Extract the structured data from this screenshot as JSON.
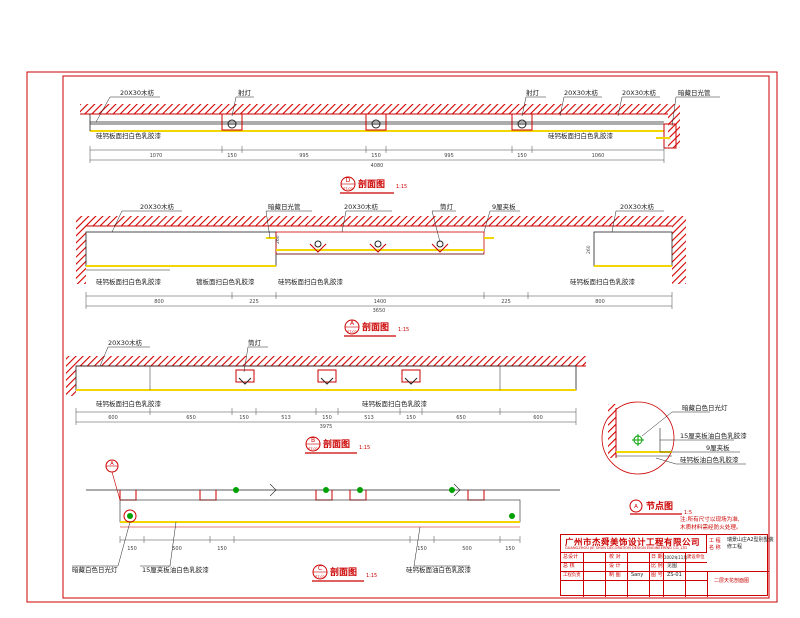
{
  "sections": {
    "d": {
      "label": "D",
      "sheet": "ST-02",
      "title": "剖面图",
      "scale": "1:15",
      "annotations": [
        "20X30木枋",
        "射灯",
        "射灯",
        "20X30木枋",
        "20X30木枋",
        "暗藏日光管",
        "硅钙板面扫白色乳胶漆",
        "硅钙板面扫白色乳胶漆"
      ],
      "dims": [
        "1070",
        "150",
        "995",
        "150",
        "995",
        "150",
        "1060",
        "4080"
      ]
    },
    "a": {
      "label": "A",
      "sheet": "ST-02",
      "title": "剖面图",
      "scale": "1:15",
      "annotations": [
        "20X30木枋",
        "暗藏日光管",
        "20X30木枋",
        "筒灯",
        "9厘夹板",
        "20X30木枋",
        "硅钙板面扫白色乳胶漆",
        "镀板面扫白色乳胶漆",
        "硅钙板面扫白色乳胶漆",
        "硅钙板面扫白色乳胶漆"
      ],
      "dims": [
        "800",
        "225",
        "1400",
        "225",
        "800",
        "3650",
        "260",
        "260"
      ]
    },
    "b": {
      "label": "B",
      "sheet": "ST-02",
      "title": "剖面图",
      "scale": "1:15",
      "annotations": [
        "20X30木枋",
        "筒灯",
        "硅钙板面扫白色乳胶漆",
        "硅钙板面扫白色乳胶漆"
      ],
      "dims": [
        "600",
        "650",
        "150",
        "513",
        "150",
        "513",
        "150",
        "650",
        "600",
        "3975"
      ]
    },
    "c": {
      "label": "C",
      "sheet": "ST-02",
      "title": "剖面图",
      "scale": "1:15",
      "marker": "A",
      "annotations": [
        "暗藏白色日光灯",
        "15厘夹板油白色乳胶漆",
        "硅钙板面油白色乳胶漆"
      ],
      "dims": [
        "150",
        "500",
        "150",
        "150",
        "500",
        "150"
      ]
    },
    "node": {
      "label": "A",
      "title": "节点图",
      "scale": "1:5",
      "annotations": [
        "暗藏白色日光灯",
        "15厘夹板油白色乳胶漆",
        "9厘夹板",
        "硅钙板油白色乳胶漆"
      ]
    }
  },
  "notes": [
    "注:所有尺寸以现场为准,",
    "木质材料需经防火处理。"
  ],
  "title_block": {
    "firm_cn": "广州市杰舜美饰设计工程有限公司",
    "firm_en": "GUANGZHOU JIE SHUN DECORATION DESIGN ENGINEERING CO.,LTD",
    "project_label1": "工 程",
    "project_label2": "名 称",
    "project_name": "瑞景山庄A2型别墅装修工程",
    "rows": [
      [
        "总设计",
        "",
        "校 对",
        "",
        "日 期",
        "2002年11月",
        "建设单位",
        ""
      ],
      [
        "总 核",
        "",
        "设 计",
        "",
        "比 例",
        "见图",
        "",
        ""
      ],
      [
        "工程负责",
        "",
        "制 图",
        "Sany",
        "图 号",
        "ZS-01",
        "",
        ""
      ]
    ],
    "drawing_name": "二层天花剖面图"
  },
  "colors": {
    "red": "#cc0000",
    "yellow": "#f2d600",
    "green": "#00a000",
    "hatch": "#cc0000",
    "dim": "#444444"
  }
}
